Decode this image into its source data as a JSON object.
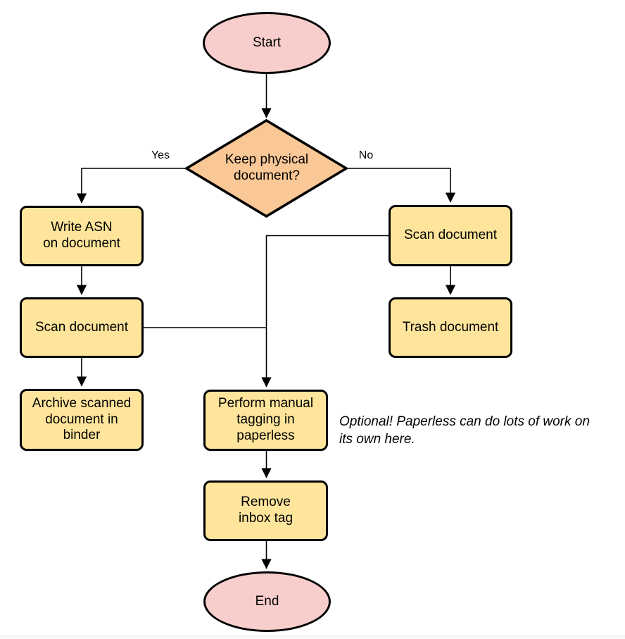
{
  "diagram": {
    "type": "flowchart",
    "nodes": {
      "start": {
        "label": "Start",
        "shape": "terminal"
      },
      "decision": {
        "label": "Keep physical\ndocument?",
        "shape": "decision"
      },
      "write_asn": {
        "label": "Write ASN\non document",
        "shape": "process"
      },
      "scan_left": {
        "label": "Scan document",
        "shape": "process"
      },
      "archive": {
        "label": "Archive scanned\ndocument in\nbinder",
        "shape": "process"
      },
      "scan_right": {
        "label": "Scan document",
        "shape": "process"
      },
      "trash": {
        "label": "Trash document",
        "shape": "process"
      },
      "perform_tagging": {
        "label": "Perform manual\ntagging in\npaperless",
        "shape": "process"
      },
      "remove_inbox": {
        "label": "Remove\ninbox tag",
        "shape": "process"
      },
      "end": {
        "label": "End",
        "shape": "terminal"
      }
    },
    "edge_labels": {
      "yes": "Yes",
      "no": "No"
    },
    "note": "Optional! Paperless can do lots of work on\nits own here.",
    "colors": {
      "terminal_fill": "#F8CECC",
      "decision_fill": "#FAC896",
      "process_fill": "#FFE59B",
      "stroke": "#000000",
      "text": "#000000"
    }
  }
}
